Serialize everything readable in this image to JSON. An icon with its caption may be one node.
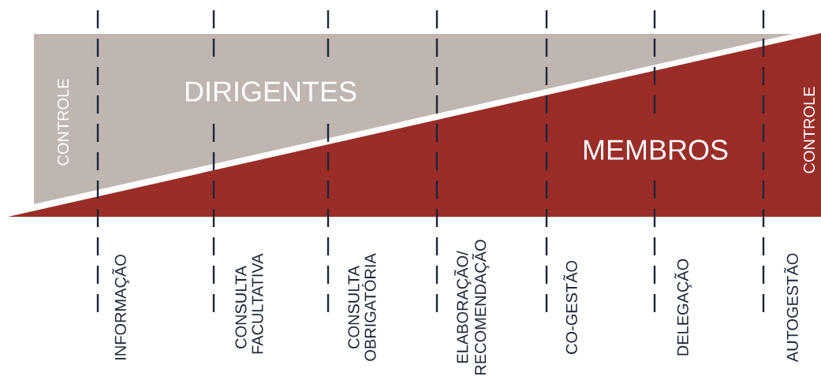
{
  "diagram": {
    "nodes": [
      {
        "text": [
          "CONTROLE",
          "DIRIGENTES"
        ]
      },
      {
        "text": [
          "MEMBROS",
          "CONTROLE"
        ]
      }
    ],
    "labels": [
      "INFORMAÇÃO",
      "CONSULTA FACULTATIVA",
      "CONSULTA OBRIGATÓRIA",
      "ELABORAÇÃO/ RECOMENDAÇÃO",
      "CO-GESTÃO",
      "DELEGAÇÃO",
      "AUTOGESTÃO"
    ]
  }
}
